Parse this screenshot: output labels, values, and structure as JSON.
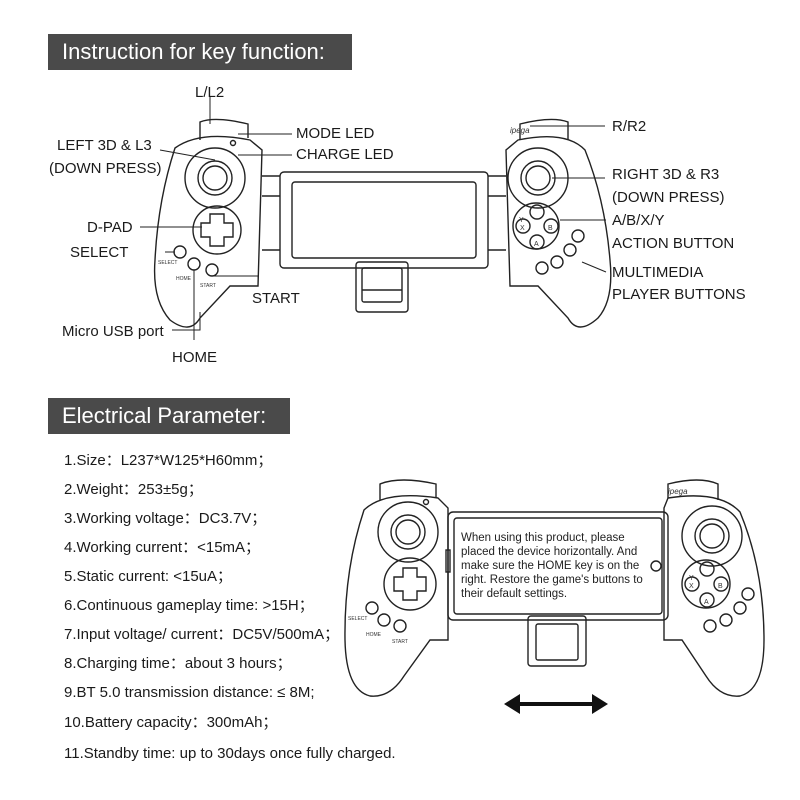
{
  "sections": {
    "key_function_title": "Instruction for key function:",
    "electrical_title": "Electrical Parameter:"
  },
  "labels": {
    "l_l2": "L/L2",
    "left_3d_line1": "LEFT 3D & L3",
    "left_3d_line2": "(DOWN PRESS)",
    "mode_led": "MODE LED",
    "charge_led": "CHARGE LED",
    "d_pad": "D-PAD",
    "select": "SELECT",
    "start": "START",
    "micro_usb": "Micro USB port",
    "home": "HOME",
    "r_r2": "R/R2",
    "right_3d_line1": "RIGHT 3D & R3",
    "right_3d_line2": "(DOWN PRESS)",
    "abxy_line1": "A/B/X/Y",
    "abxy_line2": "ACTION BUTTON",
    "multimedia_line1": "MULTIMEDIA",
    "multimedia_line2": "PLAYER BUTTONS"
  },
  "controller": {
    "brand": "ipega",
    "button_y": "Y",
    "button_x": "X",
    "button_b": "B",
    "button_a": "A",
    "small_select": "SELECT",
    "small_home": "HOME",
    "small_start": "START"
  },
  "parameters": [
    "1.Size：L237*W125*H60mm；",
    "2.Weight：253±5g；",
    "3.Working voltage：DC3.7V；",
    "4.Working current：<15mA；",
    "5.Static current: <15uA；",
    "6.Continuous gameplay time: >15H；",
    "7.Input voltage/ current：DC5V/500mA；",
    "8.Charging time：about 3 hours；",
    "9.BT 5.0 transmission distance: ≤ 8M;",
    "10.Battery capacity：300mAh；",
    "11.Standby time: up to 30days once fully charged."
  ],
  "device_note": "When using this product, please placed the device horizontally. And make sure the HOME key is on the right. Restore the game's buttons to their default settings."
}
